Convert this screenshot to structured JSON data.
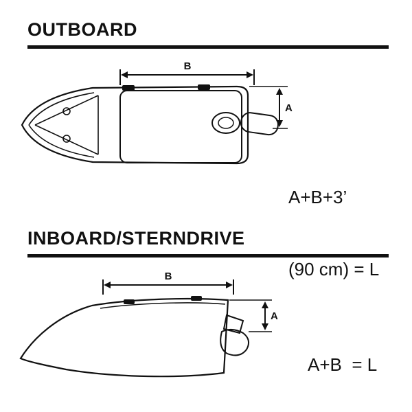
{
  "colors": {
    "ink": "#111111",
    "background": "#ffffff"
  },
  "outboard": {
    "title": "OUTBOARD",
    "dim_b": "B",
    "dim_a": "A",
    "formula_line1": "A+B+3’",
    "formula_line2": "(90 cm) = L"
  },
  "inboard": {
    "title": "INBOARD/STERNDRIVE",
    "dim_b": "B",
    "dim_a": "A",
    "formula": "A+B  = L"
  }
}
